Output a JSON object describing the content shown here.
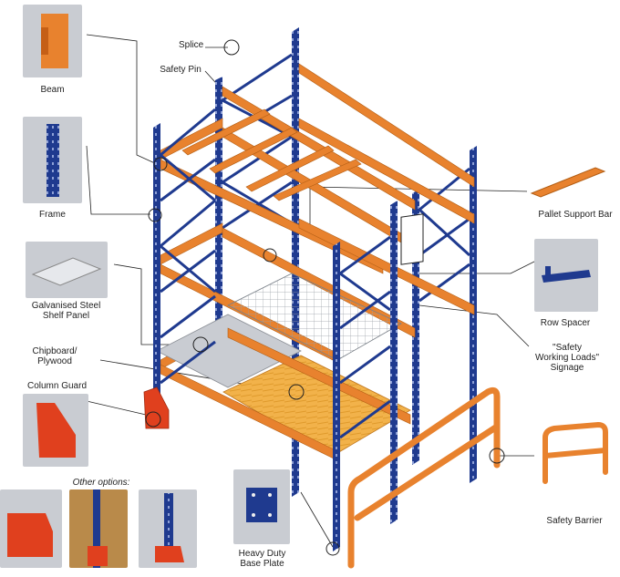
{
  "labels": {
    "splice": "Splice",
    "safety_pin": "Safety Pin",
    "beam": "Beam",
    "frame": "Frame",
    "galvanised_line1": "Galvanised Steel",
    "galvanised_line2": "Shelf Panel",
    "chipboard_line1": "Chipboard/",
    "chipboard_line2": "Plywood",
    "column_guard": "Column Guard",
    "other_options": "Other options:",
    "pallet_support_bar": "Pallet Support Bar",
    "row_spacer": "Row Spacer",
    "safety_loads_line1": "\"Safety",
    "safety_loads_line2": "Working Loads\"",
    "safety_loads_line3": "Signage",
    "safety_barrier": "Safety Barrier",
    "base_plate_line1": "Heavy Duty",
    "base_plate_line2": "Base Plate"
  },
  "colors": {
    "frame_blue": "#1f3a8f",
    "beam_orange": "#e8822e",
    "photo_grey": "#c9ccd2",
    "red_part": "#e0401e"
  }
}
